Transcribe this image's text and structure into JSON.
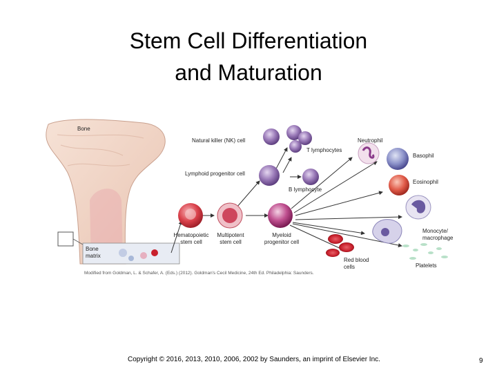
{
  "slide": {
    "title_line1": "Stem Cell Differentiation",
    "title_line2": "and Maturation",
    "credit": "Modified from Goldman, L. & Schafer, A. (Eds.) (2012). Goldman's Cecil Medicine, 24th Ed. Philadelphia: Saunders.",
    "copyright": "Copyright © 2016, 2013, 2010, 2006, 2002 by Saunders, an imprint of Elsevier Inc.",
    "page_number": "9"
  },
  "diagram": {
    "labels": {
      "bone": "Bone",
      "bone_matrix_1": "Bone",
      "bone_matrix_2": "matrix",
      "nk_cell": "Natural killer (NK) cell",
      "t_lymphocytes": "T lymphocytes",
      "lymphoid_progenitor": "Lymphoid progenitor cell",
      "b_lymphocyte": "B lymphocyte",
      "hematopoietic_1": "Hematopoietic",
      "hematopoietic_2": "stem cell",
      "multipotent_1": "Multipotent",
      "multipotent_2": "stem cell",
      "myeloid_1": "Myeloid",
      "myeloid_2": "progenitor cell",
      "neutrophil": "Neutrophil",
      "basophil": "Basophil",
      "eosinophil": "Eosinophil",
      "monocyte_1": "Monocyte/",
      "monocyte_2": "macrophage",
      "red_blood_1": "Red blood",
      "red_blood_2": "cells",
      "platelets": "Platelets"
    },
    "colors": {
      "bone": "#f0d2c0",
      "marrow": "#e7a7aa",
      "stem_cell": "#d9404a",
      "lymphoid": "#8a6aa8",
      "myeloid": "#b7377a",
      "rbc": "#c8202c",
      "arrow": "#333333"
    }
  }
}
